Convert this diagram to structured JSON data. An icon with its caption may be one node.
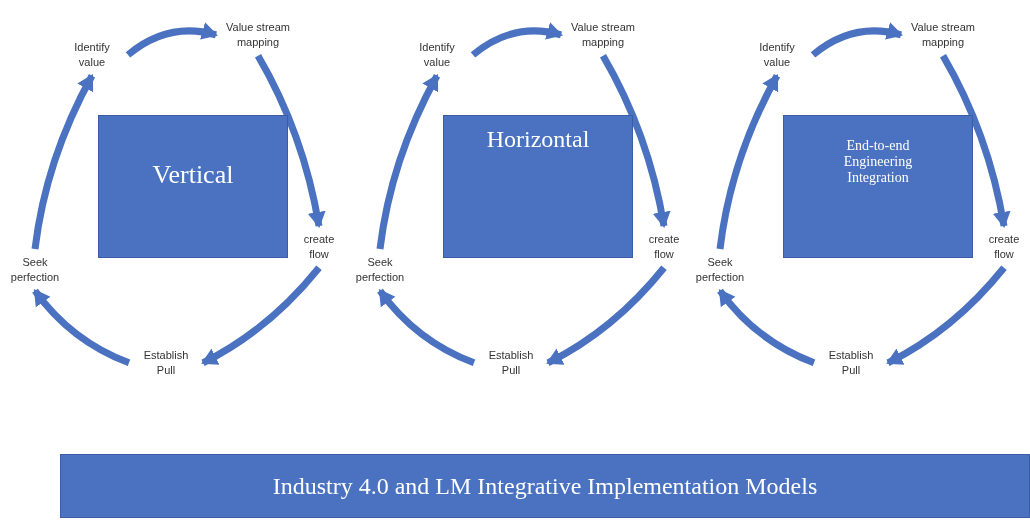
{
  "diagram": {
    "nodes": [
      {
        "text": [
          "Vertical"
        ]
      },
      {
        "text": [
          "Identify value"
        ]
      },
      {
        "text": [
          "Value stream mapping"
        ]
      },
      {
        "text": [
          "create flow"
        ]
      },
      {
        "text": [
          "Establish Pull"
        ]
      },
      {
        "text": [
          "Seek perfection"
        ]
      },
      {
        "text": [
          "Horizontal"
        ]
      },
      {
        "text": [
          "Identify value"
        ]
      },
      {
        "text": [
          "Value stream mapping"
        ]
      },
      {
        "text": [
          "create flow"
        ]
      },
      {
        "text": [
          "Establish Pull"
        ]
      },
      {
        "text": [
          "Seek perfection"
        ]
      },
      {
        "text": [
          "End-to-end Engineering Integration"
        ]
      },
      {
        "text": [
          "Identify value"
        ]
      },
      {
        "text": [
          "Value stream mapping"
        ]
      },
      {
        "text": [
          "create flow"
        ]
      },
      {
        "text": [
          "Establish Pull"
        ]
      },
      {
        "text": [
          "Seek perfection"
        ]
      },
      {
        "text": [
          "Industry 4.0 and LM Integrative Implementation Models"
        ]
      }
    ],
    "edges": [
      {
        "from": 1,
        "to": 2,
        "arrow": "to"
      },
      {
        "from": 2,
        "to": 3,
        "arrow": "to"
      },
      {
        "from": 3,
        "to": 4,
        "arrow": "to"
      },
      {
        "from": 4,
        "to": 5,
        "arrow": "to"
      },
      {
        "from": 5,
        "to": 1,
        "arrow": "to"
      },
      {
        "from": 7,
        "to": 8,
        "arrow": "to"
      },
      {
        "from": 8,
        "to": 9,
        "arrow": "to"
      },
      {
        "from": 9,
        "to": 10,
        "arrow": "to"
      },
      {
        "from": 10,
        "to": 11,
        "arrow": "to"
      },
      {
        "from": 11,
        "to": 7,
        "arrow": "to"
      },
      {
        "from": 13,
        "to": 14,
        "arrow": "to"
      },
      {
        "from": 14,
        "to": 15,
        "arrow": "to"
      },
      {
        "from": 15,
        "to": 16,
        "arrow": "to"
      },
      {
        "from": 16,
        "to": 17,
        "arrow": "to"
      },
      {
        "from": 17,
        "to": 13,
        "arrow": "to"
      }
    ]
  }
}
